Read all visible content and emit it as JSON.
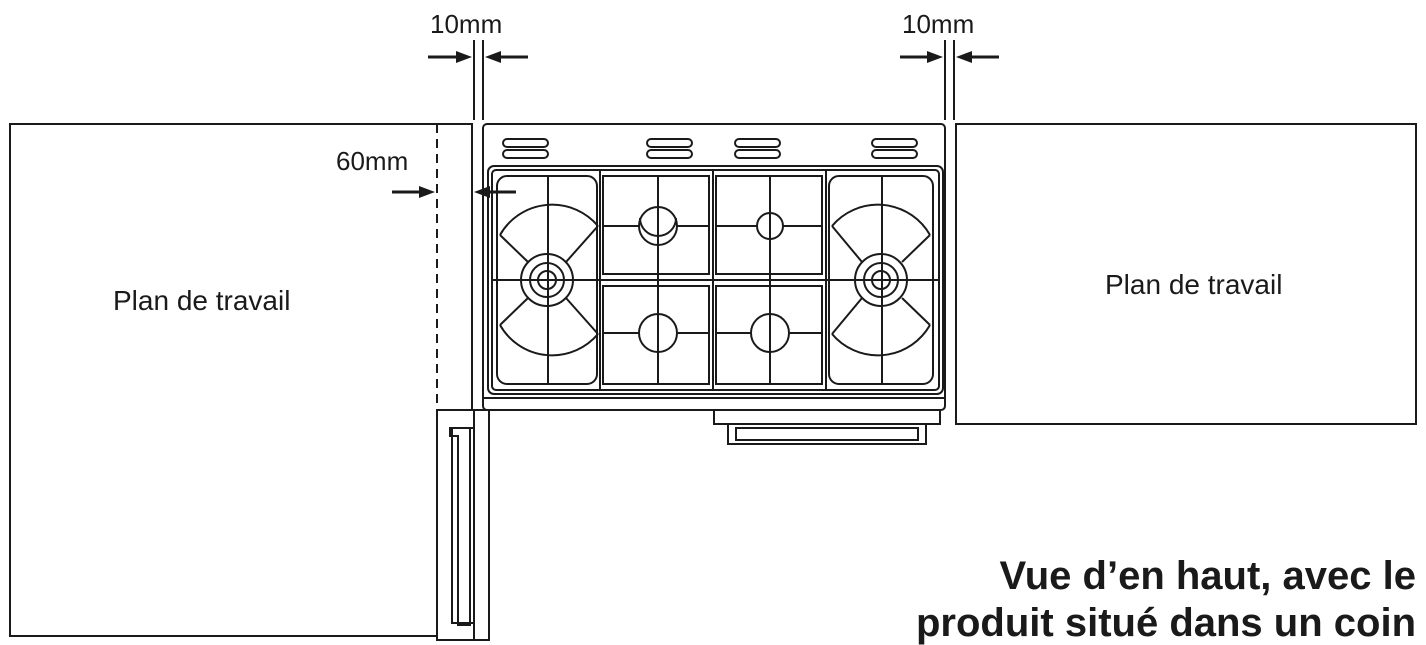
{
  "labels": {
    "worktop_left": "Plan de travail",
    "worktop_right": "Plan de travail"
  },
  "dimensions": {
    "gap_left": "10mm",
    "gap_right": "10mm",
    "side_clearance": "60mm"
  },
  "caption": {
    "line1": "Vue d’en haut, avec le",
    "line2": "produit situé dans un coin"
  }
}
